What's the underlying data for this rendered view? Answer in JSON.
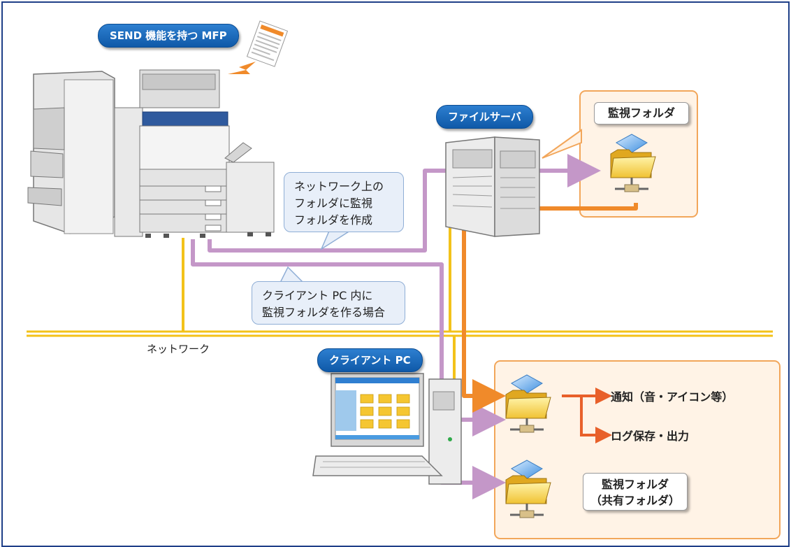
{
  "colors": {
    "frame": "#1f3f88",
    "network_line": "#f3c21a",
    "purple_path": "#c497c8",
    "orange_path": "#f08a2a",
    "orange_panel_border": "#f2a65a",
    "orange_panel_fill": "#fff3e6",
    "pill_blue": "#1466b8",
    "callout_fill": "#e8eff9"
  },
  "labels": {
    "mfp": "SEND 機能を持つ MFP",
    "file_server": "ファイルサーバ",
    "client_pc": "クライアント PC",
    "network": "ネットワーク"
  },
  "callouts": {
    "network_folder": [
      "ネットワーク上の",
      "フォルダに監視",
      "フォルダを作成"
    ],
    "client_folder": [
      "クライアント PC 内に",
      "監視フォルダを作る場合"
    ]
  },
  "server_panel": {
    "title": "監視フォルダ"
  },
  "client_panel": {
    "notify": "通知（音・アイコン等）",
    "log": "ログ保存・出力",
    "shared_title": [
      "監視フォルダ",
      "（共有フォルダ）"
    ]
  },
  "icons": [
    "document-icon",
    "mfp-printer-icon",
    "file-server-icon",
    "client-pc-icon",
    "shared-folder-icon"
  ]
}
